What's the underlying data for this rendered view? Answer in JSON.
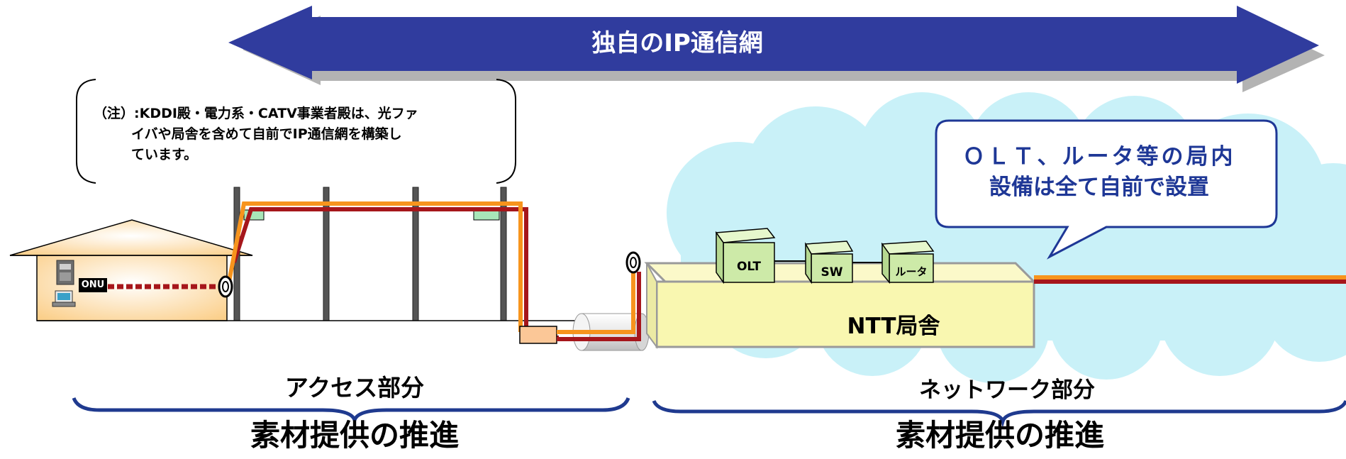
{
  "banner": {
    "label": "独自のIP通信網",
    "color": "#303c9e"
  },
  "note": {
    "line1": "（注）:KDDI殿・電力系・CATV事業者殿は、光ファ",
    "line2": "イバや局舎を含めて自前でIP通信網を構築し",
    "line3": "ています。"
  },
  "callout": {
    "line1": "ＯＬＴ、ルータ等の局内",
    "line2": "設備は全て自前で設置",
    "border_color": "#1e3796"
  },
  "equipment": {
    "olt": "OLT",
    "sw": "SW",
    "router": "ルータ",
    "onu": "ONU"
  },
  "office": {
    "label": "NTT局舎"
  },
  "sections": {
    "access": {
      "label": "アクセス部分",
      "bottom": "素材提供の推進"
    },
    "network": {
      "label": "ネットワーク部分",
      "bottom": "素材提供の推進"
    }
  },
  "colors": {
    "fiber_orange": "#f7941d",
    "fiber_red": "#a6161b",
    "cloud": "#c9f1f8",
    "box_fill": "#f9f7b0",
    "house_fill": "#fbd9a6",
    "brace": "#1f3a8f"
  }
}
